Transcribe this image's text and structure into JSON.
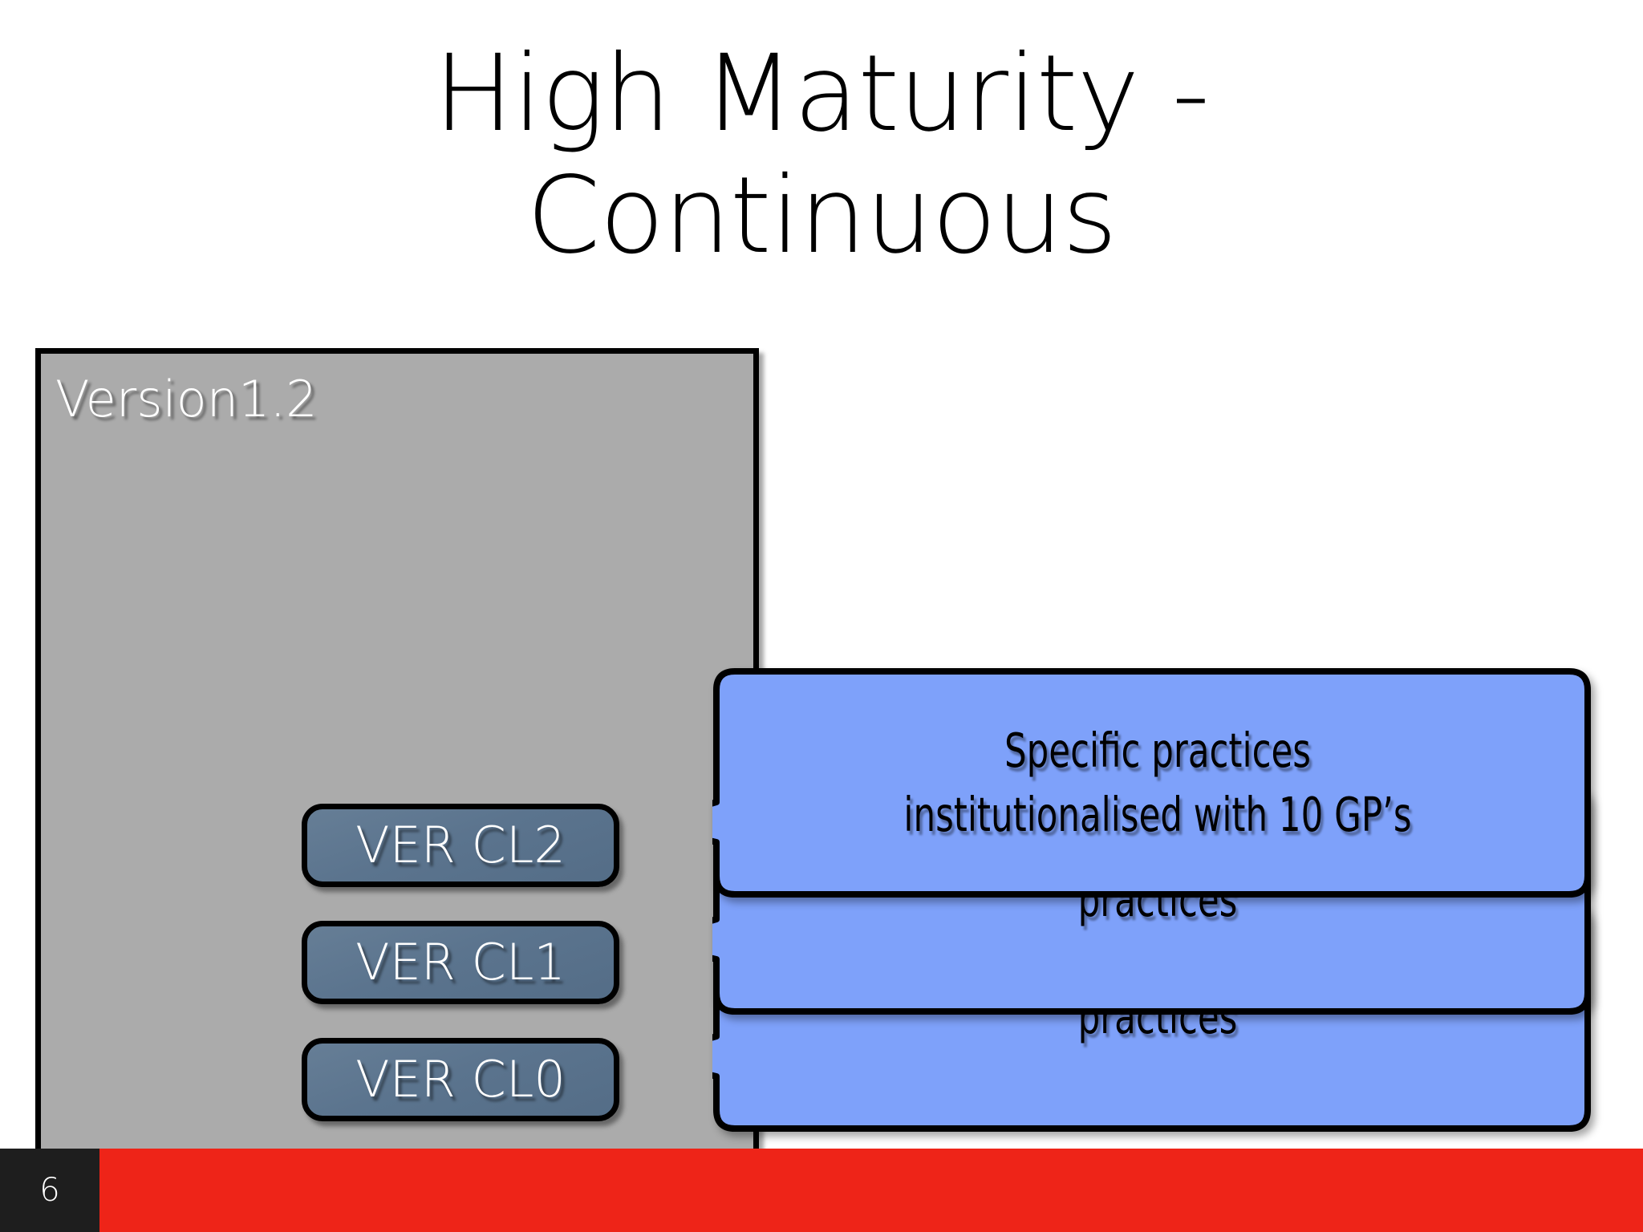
{
  "slide": {
    "page_number": "6",
    "title": "High Maturity -\nContinuous",
    "background_color": "#ffffff"
  },
  "version_panel": {
    "label": "Version1.2",
    "fill_color": "#ababab",
    "border_color": "#000000"
  },
  "levels": [
    {
      "id": "cl2",
      "label": "VER CL2",
      "fill_color": "#5b748e",
      "text_color": "#ffffff"
    },
    {
      "id": "cl1",
      "label": "VER CL1",
      "fill_color": "#5b748e",
      "text_color": "#ffffff"
    },
    {
      "id": "cl0",
      "label": "VER CL0",
      "fill_color": "#5b748e",
      "text_color": "#ffffff"
    }
  ],
  "callouts": [
    {
      "id": "cl2",
      "fill_color": "#7ea1fa",
      "border_color": "#000000",
      "line1": "Specific practices",
      "line2": "institutionalised with 10 GP’s"
    },
    {
      "id": "cl1",
      "fill_color": "#7ea1fa",
      "border_color": "#000000",
      "line1": "",
      "line2": "practices"
    },
    {
      "id": "cl0",
      "fill_color": "#7ea1fa",
      "border_color": "#000000",
      "line1": "",
      "line2": "practices"
    }
  ],
  "footer": {
    "page_number": "6",
    "page_block_color": "#1e1e1e",
    "accent_color": "#ee2418"
  }
}
